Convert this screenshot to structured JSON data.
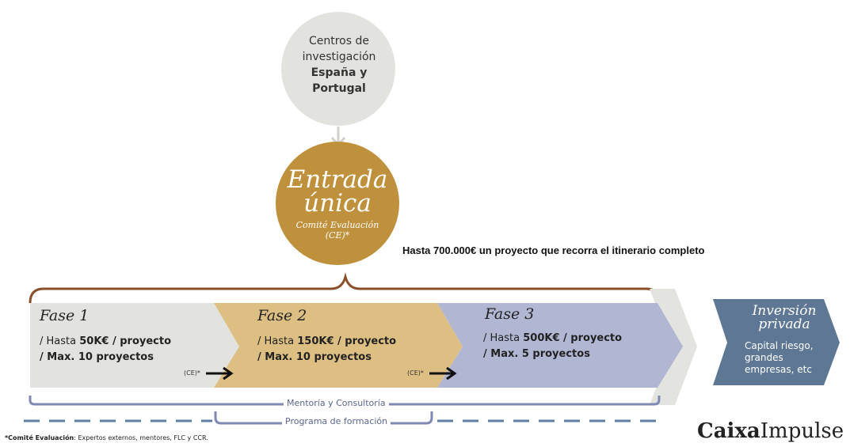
{
  "colors": {
    "research_circle": "#e2e2df",
    "gold": "#c0913c",
    "fase1": "#e2e3df",
    "fase2": "#ddbf83",
    "fase3": "#b1b6d3",
    "inversion": "#5e7794",
    "brace": "#8a4f28",
    "bar": "#7f89b4"
  },
  "research": {
    "line1": "Centros de",
    "line2": "investigación",
    "line3": "España y",
    "line4": "Portugal"
  },
  "entrada": {
    "title1": "Entrada",
    "title2": "única",
    "sub1": "Comité Evaluación",
    "sub2": "(CE)*"
  },
  "headline": "Hasta 700.000€ un proyecto que recorra el itinerario completo",
  "fases": [
    {
      "title": "Fase 1",
      "l1a": "/ Hasta ",
      "l1b": "50K€ / proyecto",
      "l2": "/ Max. 10 proyectos"
    },
    {
      "title": "Fase 2",
      "l1a": "/ Hasta ",
      "l1b": "150K€ / proyecto",
      "l2": "/ Max. 10 proyectos"
    },
    {
      "title": "Fase 3",
      "l1a": "/ Hasta ",
      "l1b": "500K€ / proyecto",
      "l2": "/ Max. 5 proyectos"
    }
  ],
  "ce_label": "(CE)*",
  "inversion": {
    "title1": "Inversión",
    "title2": "privada",
    "text1": "Capital riesgo,",
    "text2": "grandes",
    "text3": "empresas, etc"
  },
  "mentoria": "Mentoría y Consultoría",
  "programa": "Programa de formación",
  "footnote": {
    "bold": "*Comité Evaluación",
    "rest": ": Expertos externos, mentores, FLC y CCR."
  },
  "logo": {
    "part1": "Caixa",
    "part2": "Impulse"
  }
}
